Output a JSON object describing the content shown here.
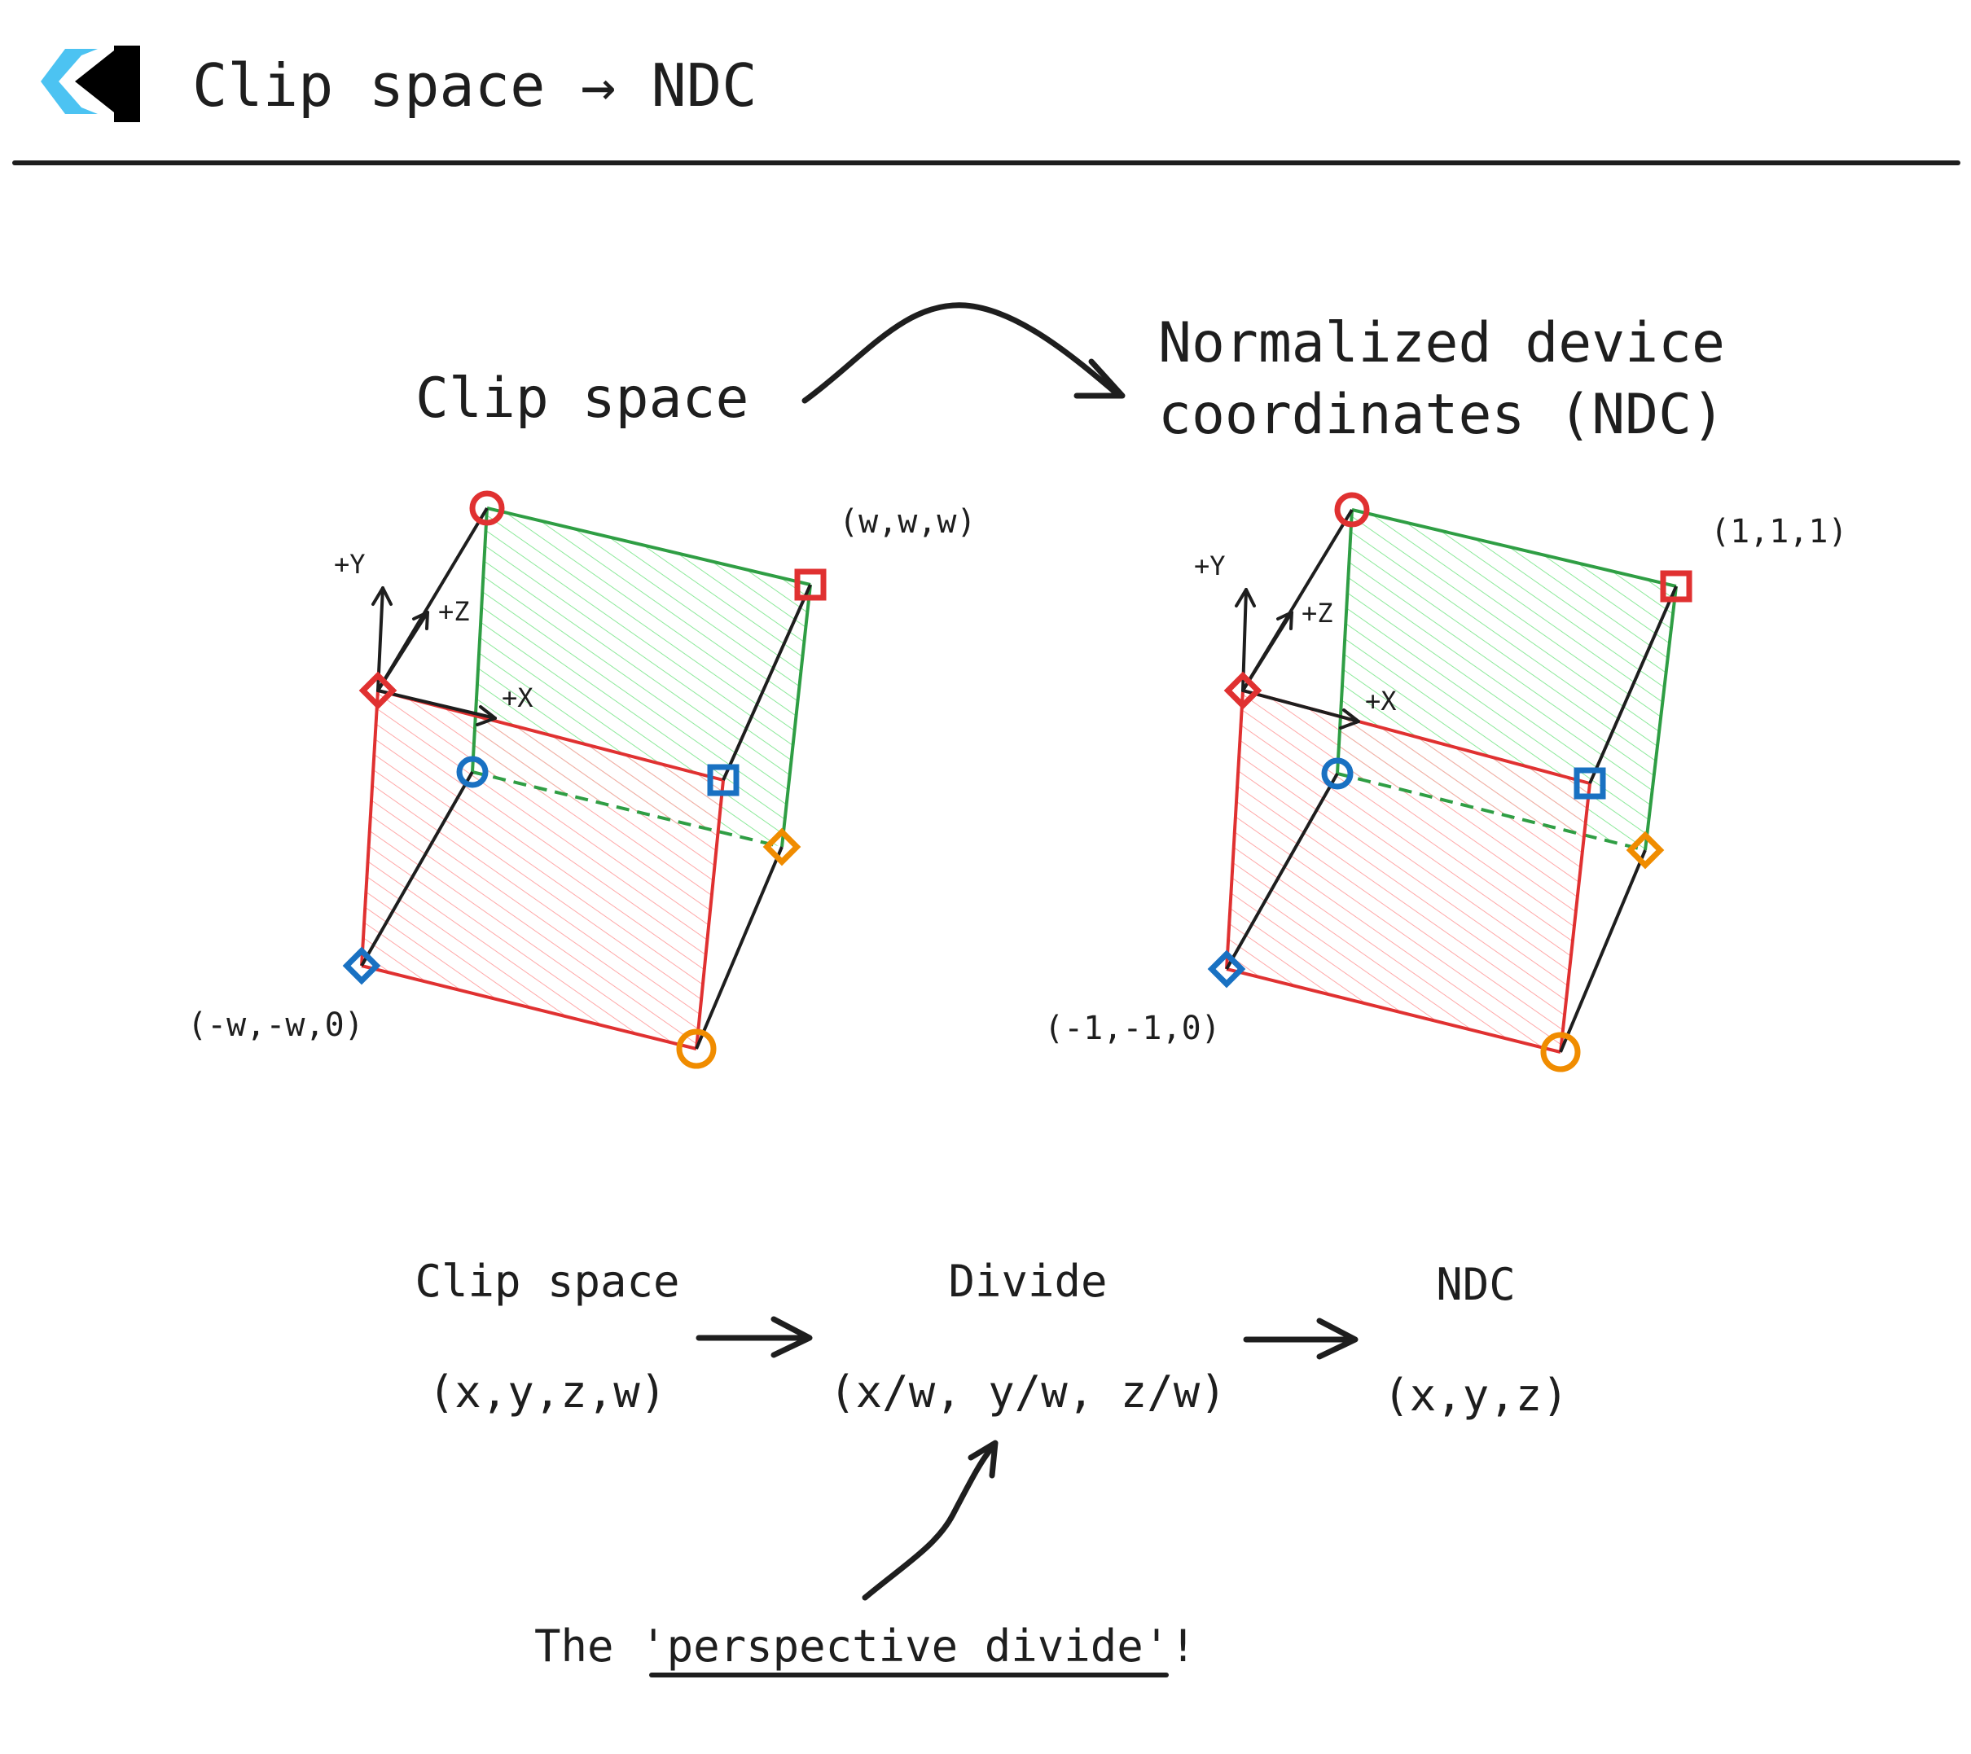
{
  "header": {
    "title": "Clip space → NDC",
    "logo_colors": {
      "accent": "#4cc3f2",
      "dark": "#000000"
    }
  },
  "diagram": {
    "left_heading": "Clip space",
    "right_heading_line1": "Normalized device",
    "right_heading_line2": "coordinates (NDC)",
    "left_cube": {
      "top_label": "(w,w,w)",
      "bottom_label": "(-w,-w,0)",
      "axis_labels": {
        "y": "+Y",
        "z": "+Z",
        "x": "+X"
      }
    },
    "right_cube": {
      "top_label": "(1,1,1)",
      "bottom_label": "(-1,-1,0)",
      "axis_labels": {
        "y": "+Y",
        "z": "+Z",
        "x": "+X"
      }
    },
    "colors": {
      "red": "#e03131",
      "green": "#2f9e44",
      "blue": "#1971c2",
      "orange": "#f08c00",
      "ink": "#1e1e1e"
    }
  },
  "pipeline": {
    "step1_title": "Clip space",
    "step1_value": "(x,y,z,w)",
    "step2_title": "Divide",
    "step2_value": "(x/w, y/w, z/w)",
    "step3_title": "NDC",
    "step3_value": "(x,y,z)"
  },
  "note": {
    "prefix": "The ",
    "quote_open": "'",
    "highlight": "perspective divide",
    "suffix": "'!"
  }
}
